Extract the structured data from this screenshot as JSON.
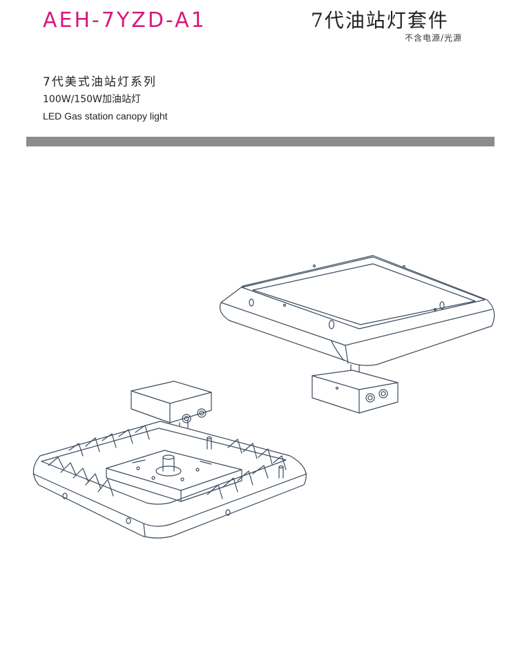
{
  "header": {
    "model_code": "AEH-7YZD-A1",
    "kit_title": "7代油站灯套件",
    "kit_note": "不含电源/光源"
  },
  "product": {
    "series_cn": "7代美式油站灯系列",
    "power_cn": "100W/150W加油站灯",
    "name_en": "LED Gas station  canopy light"
  },
  "colors": {
    "accent": "#d6197a",
    "divider": "#8c8c8c",
    "line": "#3a4a5c"
  }
}
